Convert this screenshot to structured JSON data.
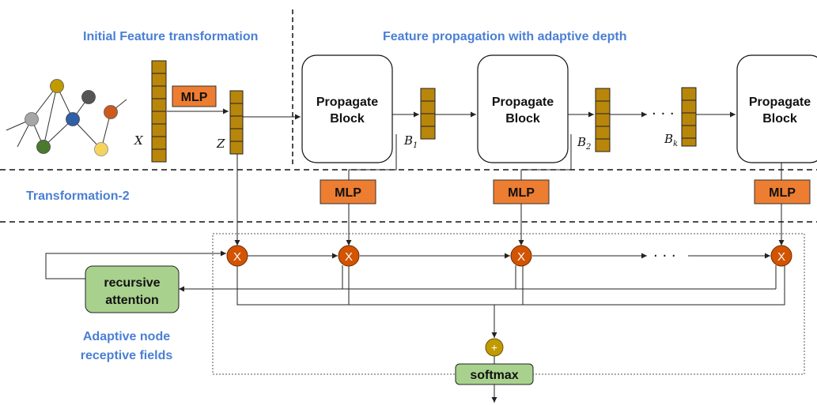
{
  "sections": {
    "initial": "Initial Feature transformation",
    "propagation": "Feature propagation with adaptive depth",
    "transformation2": "Transformation-2",
    "adaptive_line1": "Adaptive node",
    "adaptive_line2": "receptive fields"
  },
  "labels": {
    "x": "X",
    "z": "Z",
    "b": "B",
    "b1_sub": "1",
    "b2_sub": "2",
    "bk_sub": "k",
    "dots": "· · ·"
  },
  "blocks": {
    "propagate_line1": "Propagate",
    "propagate_line2": "Block"
  },
  "mlp": "MLP",
  "ops": {
    "multiply": "X",
    "plus": "+",
    "softmax": "softmax",
    "recursive_line1": "recursive",
    "recursive_line2": "attention"
  },
  "colors": {
    "feature_cell": "#b8860b",
    "mlp_fill": "#ed7d31",
    "multiply_fill": "#d35400",
    "plus_fill": "#c19a00",
    "green_fill": "#a9d18e",
    "accent_text": "#4a7fd4",
    "graph_nodes": [
      "#c19a00",
      "#555555",
      "#a6a6a6",
      "#2e5fa8",
      "#cc5a1f",
      "#4a7a2e",
      "#f4d45c"
    ]
  }
}
